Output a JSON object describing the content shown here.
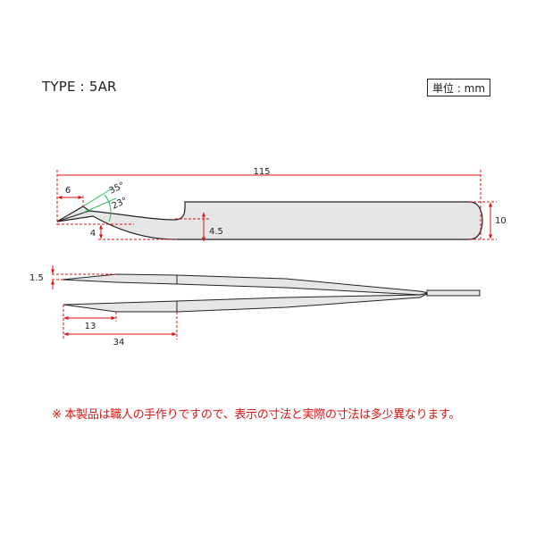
{
  "header": {
    "type_label": "TYPE : 5AR",
    "unit_label": "単位 : mm"
  },
  "dimensions": {
    "overall_length": "115",
    "tip_offset": "6",
    "angle_outer": "35°",
    "angle_inner": "23°",
    "tip_drop": "4",
    "neck_height": "4.5",
    "handle_width": "10",
    "tip_thickness": "1.5",
    "taper_short": "13",
    "taper_long": "34"
  },
  "colors": {
    "dimension_line": "#dd1111",
    "angle_line": "#22bb55",
    "body_fill": "#e6e6e6",
    "outline": "#222222",
    "note_text": "#dd1111"
  },
  "note": {
    "text": "※ 本製品は職人の手作りですので、表示の寸法と実際の寸法は多少異なります。"
  }
}
